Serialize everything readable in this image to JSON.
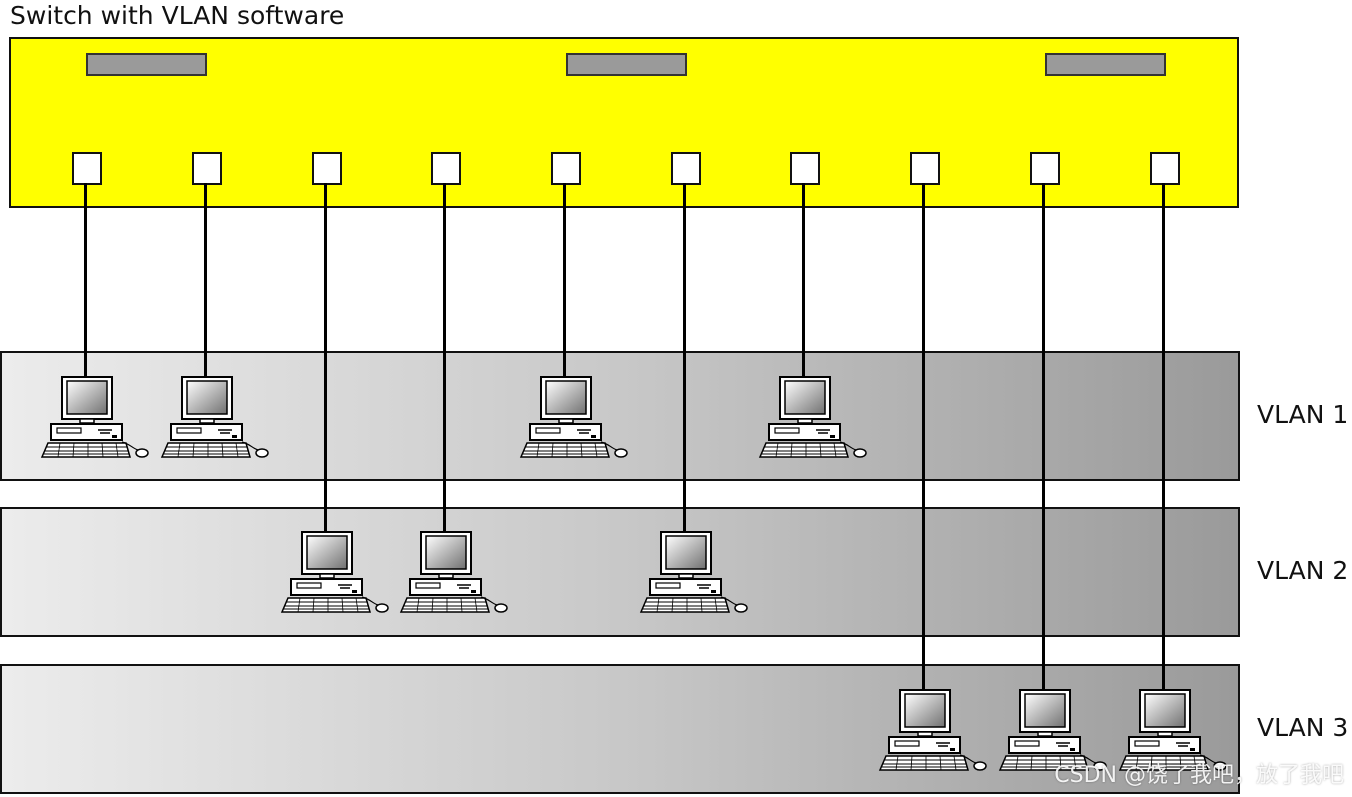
{
  "title": "Switch with VLAN software",
  "vlans": [
    {
      "label": "VLAN 1"
    },
    {
      "label": "VLAN 2"
    },
    {
      "label": "VLAN 3"
    }
  ],
  "watermark": "CSDN @饶了我吧，放了我吧",
  "colors": {
    "switch": "#ffff00",
    "slot": "#9a9a9a",
    "wire": "#000000",
    "band_start": "#ececec",
    "band_end": "#9a9a9a"
  },
  "connections": [
    {
      "port": 1,
      "vlan": 1
    },
    {
      "port": 2,
      "vlan": 1
    },
    {
      "port": 3,
      "vlan": 2
    },
    {
      "port": 4,
      "vlan": 2
    },
    {
      "port": 5,
      "vlan": 1
    },
    {
      "port": 6,
      "vlan": 2
    },
    {
      "port": 7,
      "vlan": 1
    },
    {
      "port": 8,
      "vlan": 3
    },
    {
      "port": 9,
      "vlan": 3
    },
    {
      "port": 10,
      "vlan": 3
    }
  ]
}
